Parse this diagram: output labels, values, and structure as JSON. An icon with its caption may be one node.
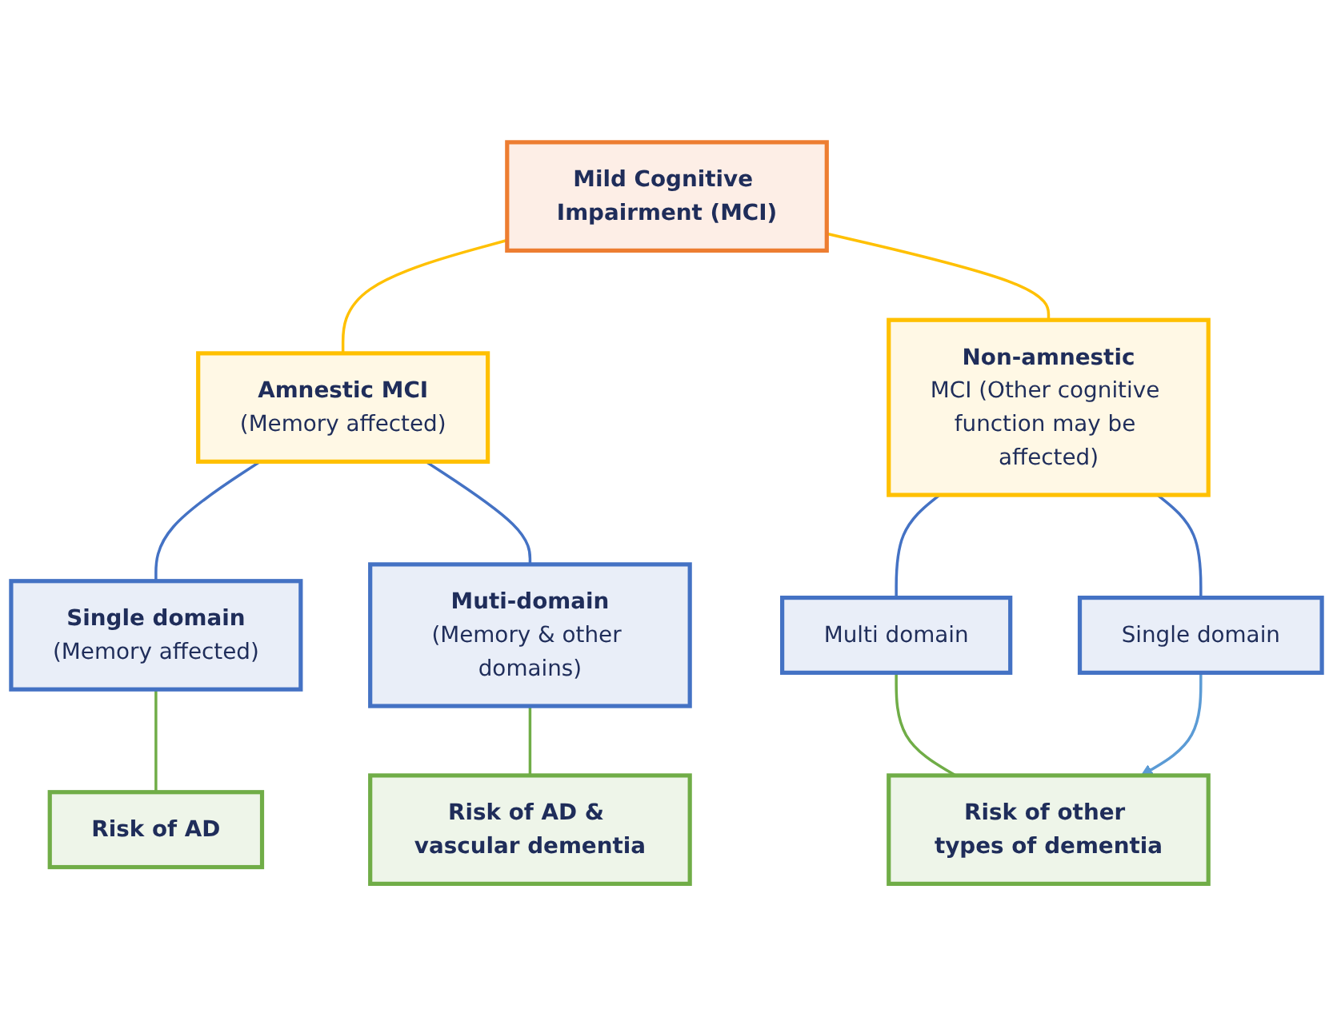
{
  "diagram": {
    "nodes": [
      {
        "text": [
          "Mild Cognitive Impairment (MCI)"
        ]
      },
      {
        "text": [
          "Amnestic MCI",
          "(Memory affected)"
        ]
      },
      {
        "text": [
          "Non-amnestic",
          "MCI (Other cognitive function may be affected)"
        ]
      },
      {
        "text": [
          "Single domain",
          "(Memory affected)"
        ]
      },
      {
        "text": [
          "Muti-domain",
          "(Memory & other domains)"
        ]
      },
      {
        "text": [
          "Single domain"
        ]
      },
      {
        "text": [
          "Multi domain"
        ]
      },
      {
        "text": [
          "Risk of AD"
        ]
      },
      {
        "text": [
          "Risk of AD & vascular dementia"
        ]
      },
      {
        "text": [
          "Risk of other types of dementia"
        ]
      }
    ],
    "edges": [
      {
        "from": 0,
        "to": 1,
        "arrow": "none",
        "color": "#ffc000"
      },
      {
        "from": 0,
        "to": 2,
        "arrow": "none",
        "color": "#ffc000"
      },
      {
        "from": 1,
        "to": 3,
        "arrow": "none"
      },
      {
        "from": 1,
        "to": 4,
        "arrow": "none"
      },
      {
        "from": 2,
        "to": 5,
        "arrow": "none"
      },
      {
        "from": 2,
        "to": 6,
        "arrow": "none"
      },
      {
        "from": 3,
        "to": 7,
        "arrow": "none",
        "color": "#70ad47"
      },
      {
        "from": 4,
        "to": 8,
        "arrow": "none",
        "color": "#70ad47"
      },
      {
        "from": 6,
        "to": 9,
        "arrow": "none",
        "color": "#70ad47"
      },
      {
        "from": 5,
        "to": 9,
        "arrow": "to",
        "color": "#5b9bd5"
      }
    ]
  }
}
